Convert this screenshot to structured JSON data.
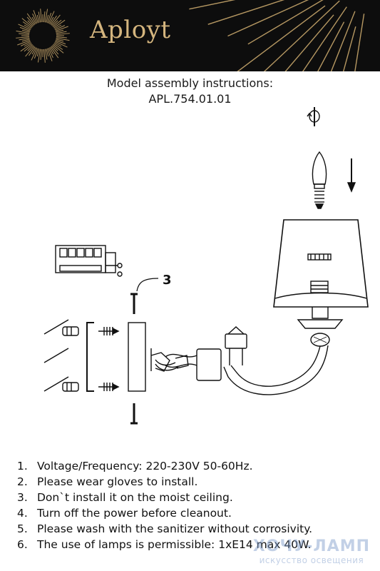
{
  "header": {
    "brand": "Aployt",
    "accent_color": "#d4b57e",
    "background_color": "#0d0d0d"
  },
  "title": {
    "line1": "Model assembly instructions:",
    "line2": "APL.754.01.01"
  },
  "diagram": {
    "callout_number": "3",
    "icons": [
      "rotate-icon",
      "down-arrow-icon",
      "bulb",
      "lampshade",
      "terminal-block",
      "wall-plugs",
      "mounting-screws",
      "wall-plate",
      "socket-arm"
    ]
  },
  "instructions": [
    {
      "num": "1.",
      "text": "Voltage/Frequency: 220-230V 50-60Hz."
    },
    {
      "num": "2.",
      "text": "Please wear gloves to install."
    },
    {
      "num": "3.",
      "text": "Don`t install it on the moist ceiling."
    },
    {
      "num": "4.",
      "text": "Turn off the power before cleanout."
    },
    {
      "num": "5.",
      "text": "Please wash with the sanitizer without corrosivity."
    },
    {
      "num": "6.",
      "text": "The use of lamps is permissible: 1xE14 max 40W."
    }
  ],
  "watermark": {
    "top": "ХОЧУ-ЛАМП",
    "bottom": "искусство освещения"
  }
}
